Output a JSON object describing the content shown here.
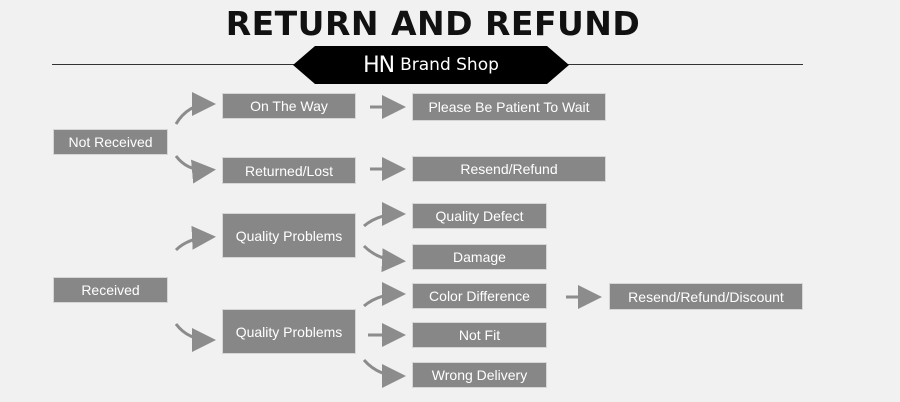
{
  "header": {
    "title": "RETURN AND REFUND",
    "logo": "HN",
    "brand": "Brand Shop"
  },
  "diagram": {
    "not_received": "Not Received",
    "on_the_way": "On The Way",
    "please_wait": "Please Be Patient To Wait",
    "returned_lost": "Returned/Lost",
    "resend_refund": "Resend/Refund",
    "received": "Received",
    "quality_problems_1": "Quality Problems",
    "quality_defect": "Quality Defect",
    "damage": "Damage",
    "quality_problems_2": "Quality Problems",
    "color_difference": "Color Difference",
    "resend_refund_discount": "Resend/Refund/Discount",
    "not_fit": "Not Fit",
    "wrong_delivery": "Wrong Delivery"
  },
  "colors": {
    "box": "#878787",
    "arrow": "#8c8c8c",
    "banner": "#000000",
    "background": "#f1f1f1"
  }
}
